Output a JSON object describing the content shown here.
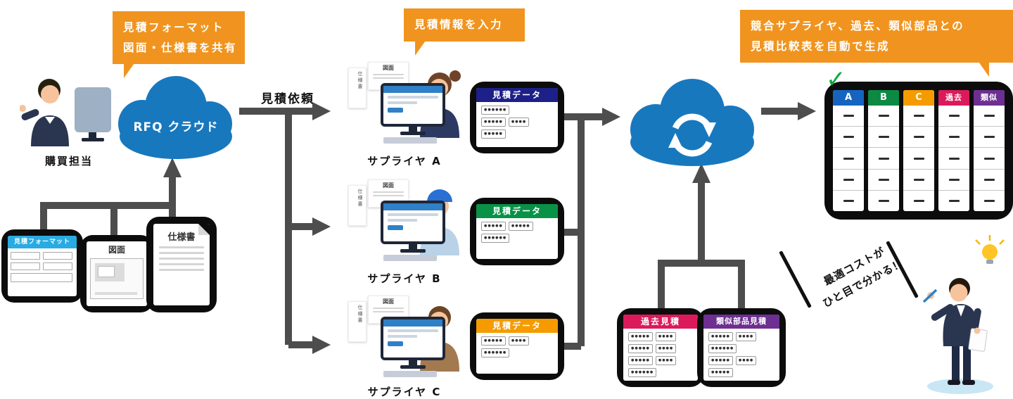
{
  "callouts": {
    "bg_color": "#f0941f",
    "share": {
      "line1": "見積フォーマット",
      "line2": "図面・仕様書を共有"
    },
    "input": {
      "line1": "見積情報を入力"
    },
    "generate": {
      "line1": "競合サプライヤ、過去、類似部品との",
      "line2": "見積比較表を自動で生成"
    }
  },
  "buyer": {
    "label": "購買担当"
  },
  "rfq_cloud": {
    "label": "RFQ クラウド",
    "color": "#1878be"
  },
  "flow": {
    "request_label": "見積依頼"
  },
  "source_docs": {
    "format": {
      "title": "見積フォーマット",
      "header_color": "#29abe2"
    },
    "drawing": {
      "title": "図面"
    },
    "spec": {
      "title": "仕様書"
    }
  },
  "supplier_desk_docs": {
    "drawing": "図面",
    "spec": "仕様書"
  },
  "suppliers": [
    {
      "label": "サプライヤ A",
      "quote_card": {
        "title": "見積データ",
        "header_color": "#1d2088"
      }
    },
    {
      "label": "サプライヤ B",
      "quote_card": {
        "title": "見積データ",
        "header_color": "#089247"
      }
    },
    {
      "label": "サプライヤ C",
      "quote_card": {
        "title": "見積データ",
        "header_color": "#f59b00"
      }
    }
  ],
  "history_cards": {
    "past": {
      "title": "過去見積",
      "header_color": "#dc1a5b"
    },
    "similar": {
      "title": "類似部品見積",
      "header_color": "#6d2f91"
    }
  },
  "comparison": {
    "check": "✓",
    "check_color": "#0aa83e",
    "row_count": 5,
    "columns": [
      {
        "label": "A",
        "color": "#1565c0"
      },
      {
        "label": "B",
        "color": "#0c8a44"
      },
      {
        "label": "C",
        "color": "#f59b00"
      },
      {
        "label": "過去",
        "color": "#dc1a5b"
      },
      {
        "label": "類似",
        "color": "#6d2f91"
      }
    ]
  },
  "highlight": {
    "line1": "最適コストが",
    "line2": "ひと目で分かる！"
  },
  "dots": {
    "d6": "●●●●●●",
    "d5": "●●●●●",
    "d4": "●●●●"
  }
}
